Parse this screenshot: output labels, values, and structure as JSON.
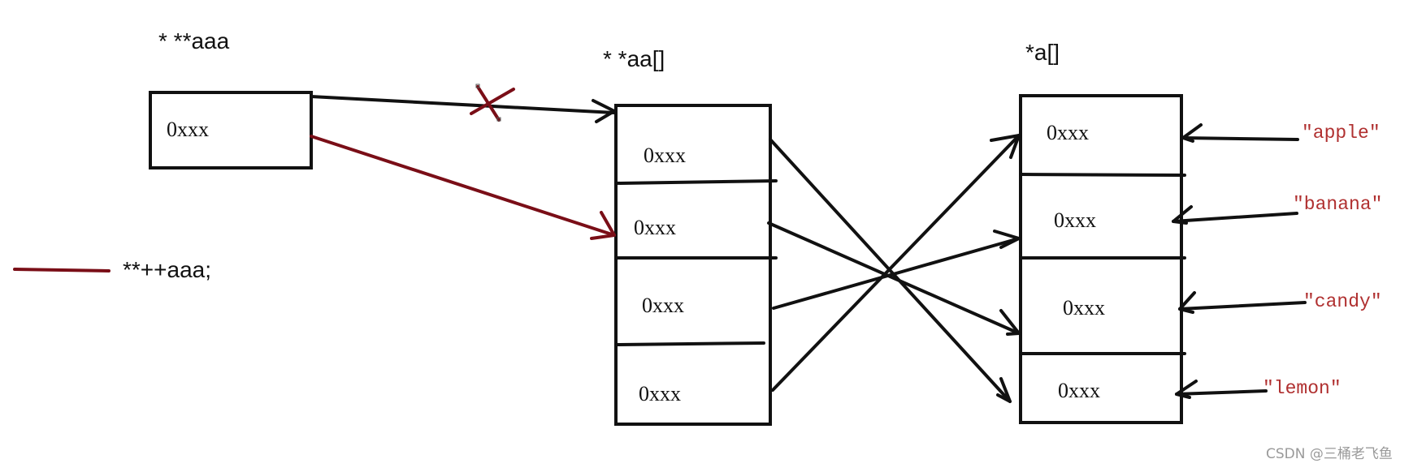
{
  "labels": {
    "triple_ptr": "* **aaa",
    "double_ptr_arr": "* *aa[]",
    "ptr_arr": "*a[]",
    "legend_text": "**++aaa;"
  },
  "cells": {
    "aaa_box": "0xxx",
    "aa": [
      "0xxx",
      "0xxx",
      "0xxx",
      "0xxx"
    ],
    "a": [
      "0xxx",
      "0xxx",
      "0xxx",
      "0xxx"
    ]
  },
  "strings": [
    "\"apple\"",
    "\"banana\"",
    "\"candy\"",
    "\"lemon\""
  ],
  "watermark": "CSDN @三桶老飞鱼",
  "colors": {
    "ink": "#111111",
    "accent": "#7a0e17",
    "string_text": "#b03030",
    "watermark": "#9a9a9a"
  }
}
